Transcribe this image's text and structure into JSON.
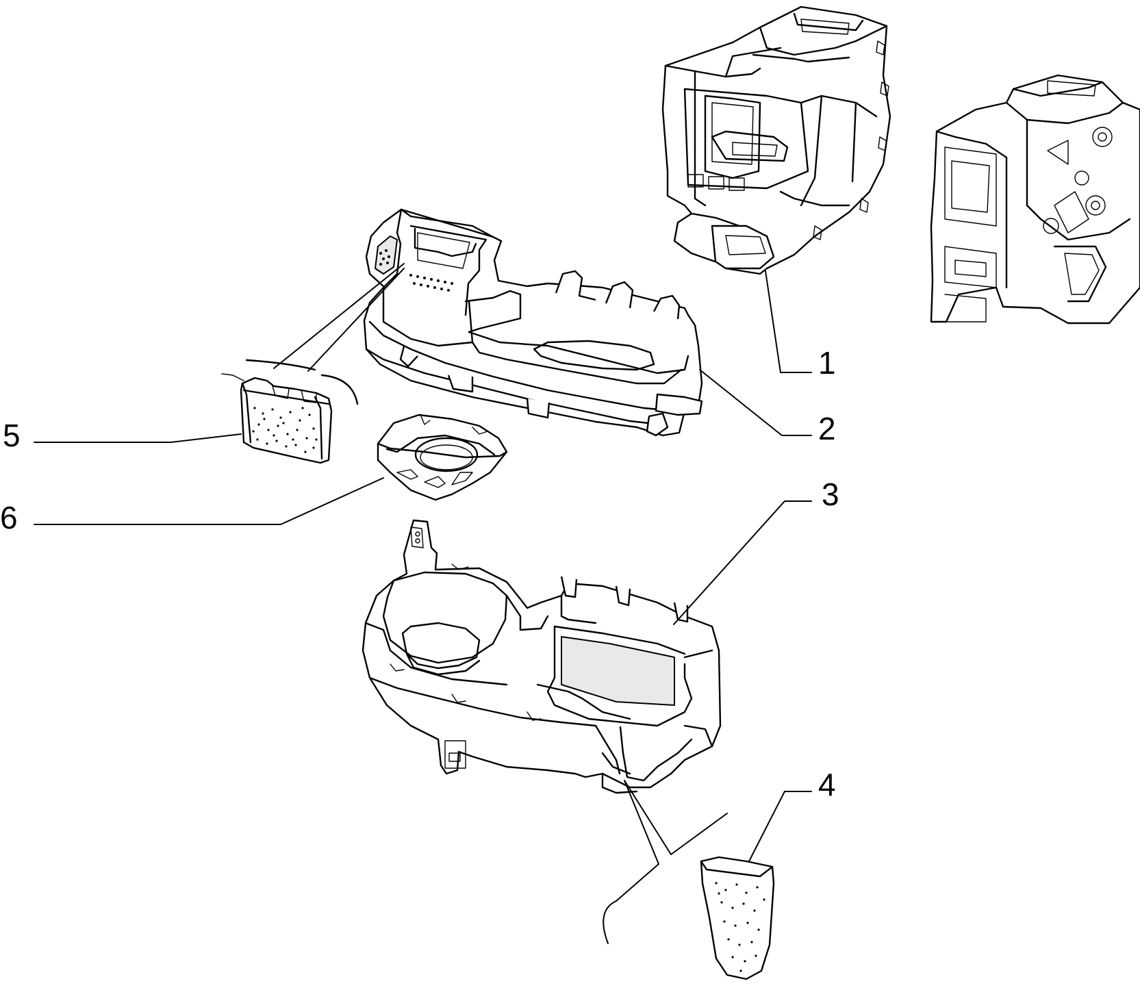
{
  "callouts": [
    {
      "id": "1",
      "label": "1"
    },
    {
      "id": "2",
      "label": "2"
    },
    {
      "id": "3",
      "label": "3"
    },
    {
      "id": "4",
      "label": "4"
    },
    {
      "id": "5",
      "label": "5"
    },
    {
      "id": "6",
      "label": "6"
    }
  ],
  "parts": [
    {
      "ref": "1",
      "icon": "heater-upper-housing"
    },
    {
      "ref": "2",
      "icon": "blower-cover"
    },
    {
      "ref": "3",
      "icon": "blower-lower-housing"
    },
    {
      "ref": "4",
      "icon": "foam-seal-gasket"
    },
    {
      "ref": "5",
      "icon": "foam-filter-pad"
    },
    {
      "ref": "6",
      "icon": "fan-ring-adapter"
    },
    {
      "ref": "",
      "icon": "assembled-heater-unit-reference"
    }
  ],
  "colors": {
    "line": "#000000",
    "background": "#ffffff"
  }
}
